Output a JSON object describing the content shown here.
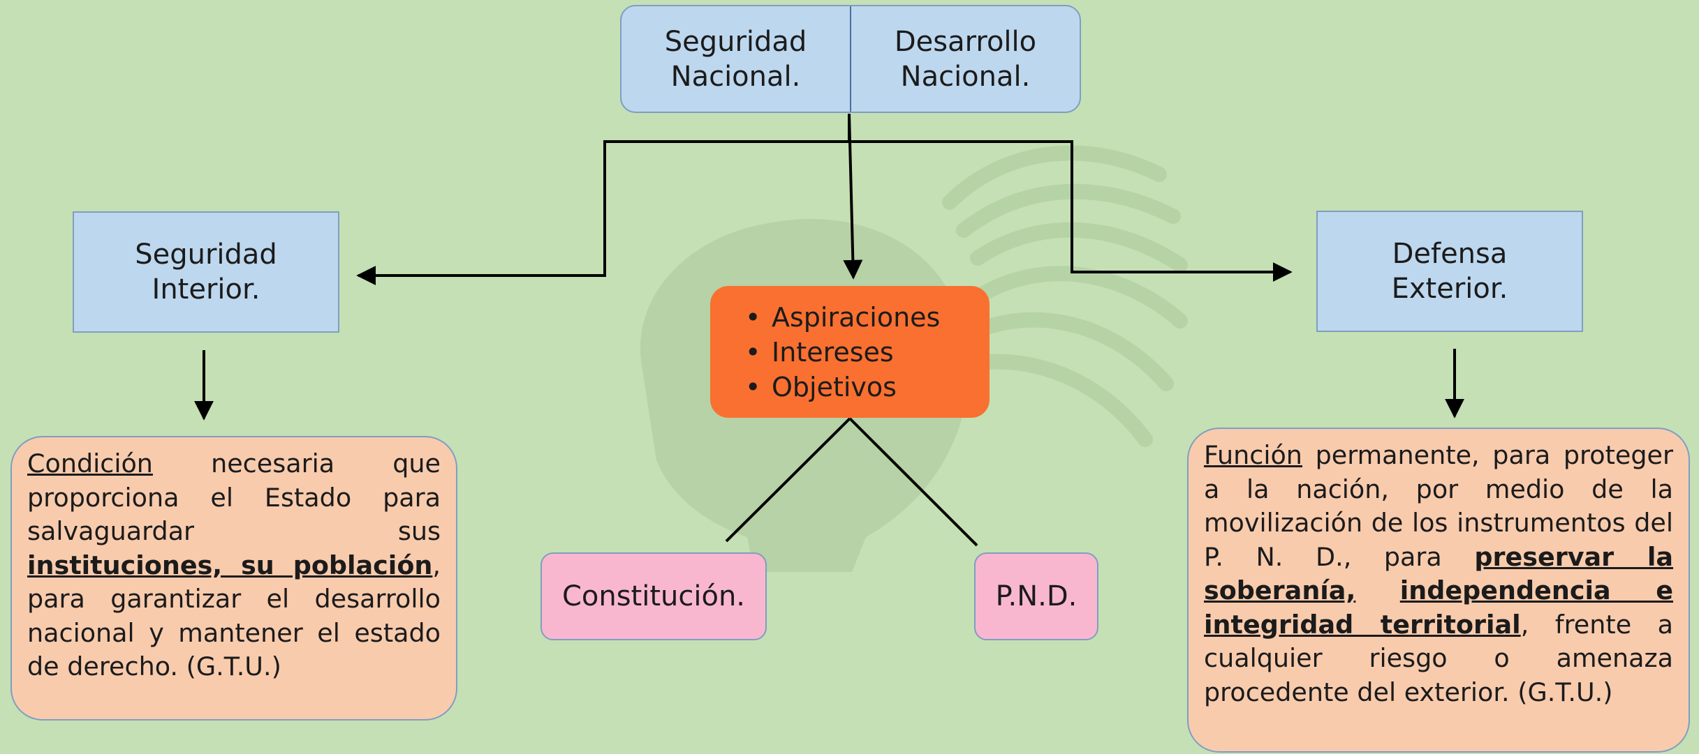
{
  "colors": {
    "background": "#c5e0b4",
    "blue_box": "#bdd7ee",
    "peach_box": "#f8cbad",
    "orange_box": "#f97030",
    "pink_box": "#f9b7cf",
    "line": "#000000"
  },
  "top": {
    "left_line1": "Seguridad",
    "left_line2": "Nacional.",
    "right_line1": "Desarrollo",
    "right_line2": "Nacional."
  },
  "seguridad_interior": {
    "line1": "Seguridad",
    "line2": "Interior."
  },
  "defensa_exterior": {
    "line1": "Defensa",
    "line2": "Exterior."
  },
  "center_list": {
    "items": [
      "Aspiraciones",
      "Intereses",
      "Objetivos"
    ]
  },
  "constitucion": {
    "label": "Constitución."
  },
  "pnd": {
    "label": "P.N.D."
  },
  "left_paragraph": {
    "term": "Condición",
    "text1": " necesaria que proporciona el Estado para salvaguardar sus ",
    "emphasis": "instituciones, su población",
    "text2": ", para garantizar el desarrollo nacional y mantener el estado de derecho. (G.T.U.)"
  },
  "right_paragraph": {
    "term": "Función",
    "text1": " permanente, para proteger a la nación, por medio de la movilización de los instrumentos del P. N. D., para ",
    "emphasis_underline": "preservar la soberanía,",
    "emphasis_bold": "independencia e integridad territorial",
    "text2": ", frente a cualquier riesgo o amenaza procedente del exterior. (G.T.U.)"
  },
  "watermark_icon": "warrior-head-silhouette"
}
